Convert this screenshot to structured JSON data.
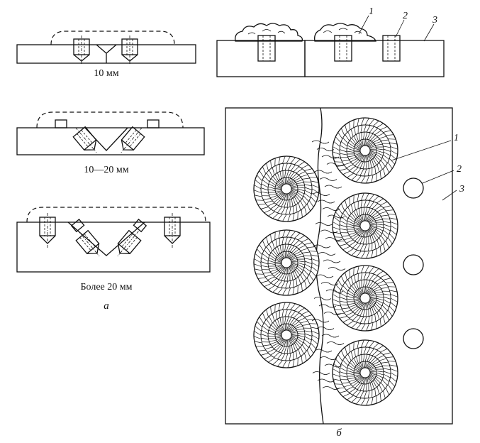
{
  "panel_a": {
    "caption": "а",
    "variants": [
      {
        "label": "10 мм"
      },
      {
        "label": "10—20 мм"
      },
      {
        "label": "Более 20 мм"
      }
    ]
  },
  "panel_b": {
    "caption": "б",
    "callouts": [
      "1",
      "2",
      "3"
    ]
  },
  "section_view": {
    "callouts": [
      "1",
      "2",
      "3"
    ]
  },
  "colors": {
    "ink": "#111111",
    "paper": "#ffffff"
  }
}
